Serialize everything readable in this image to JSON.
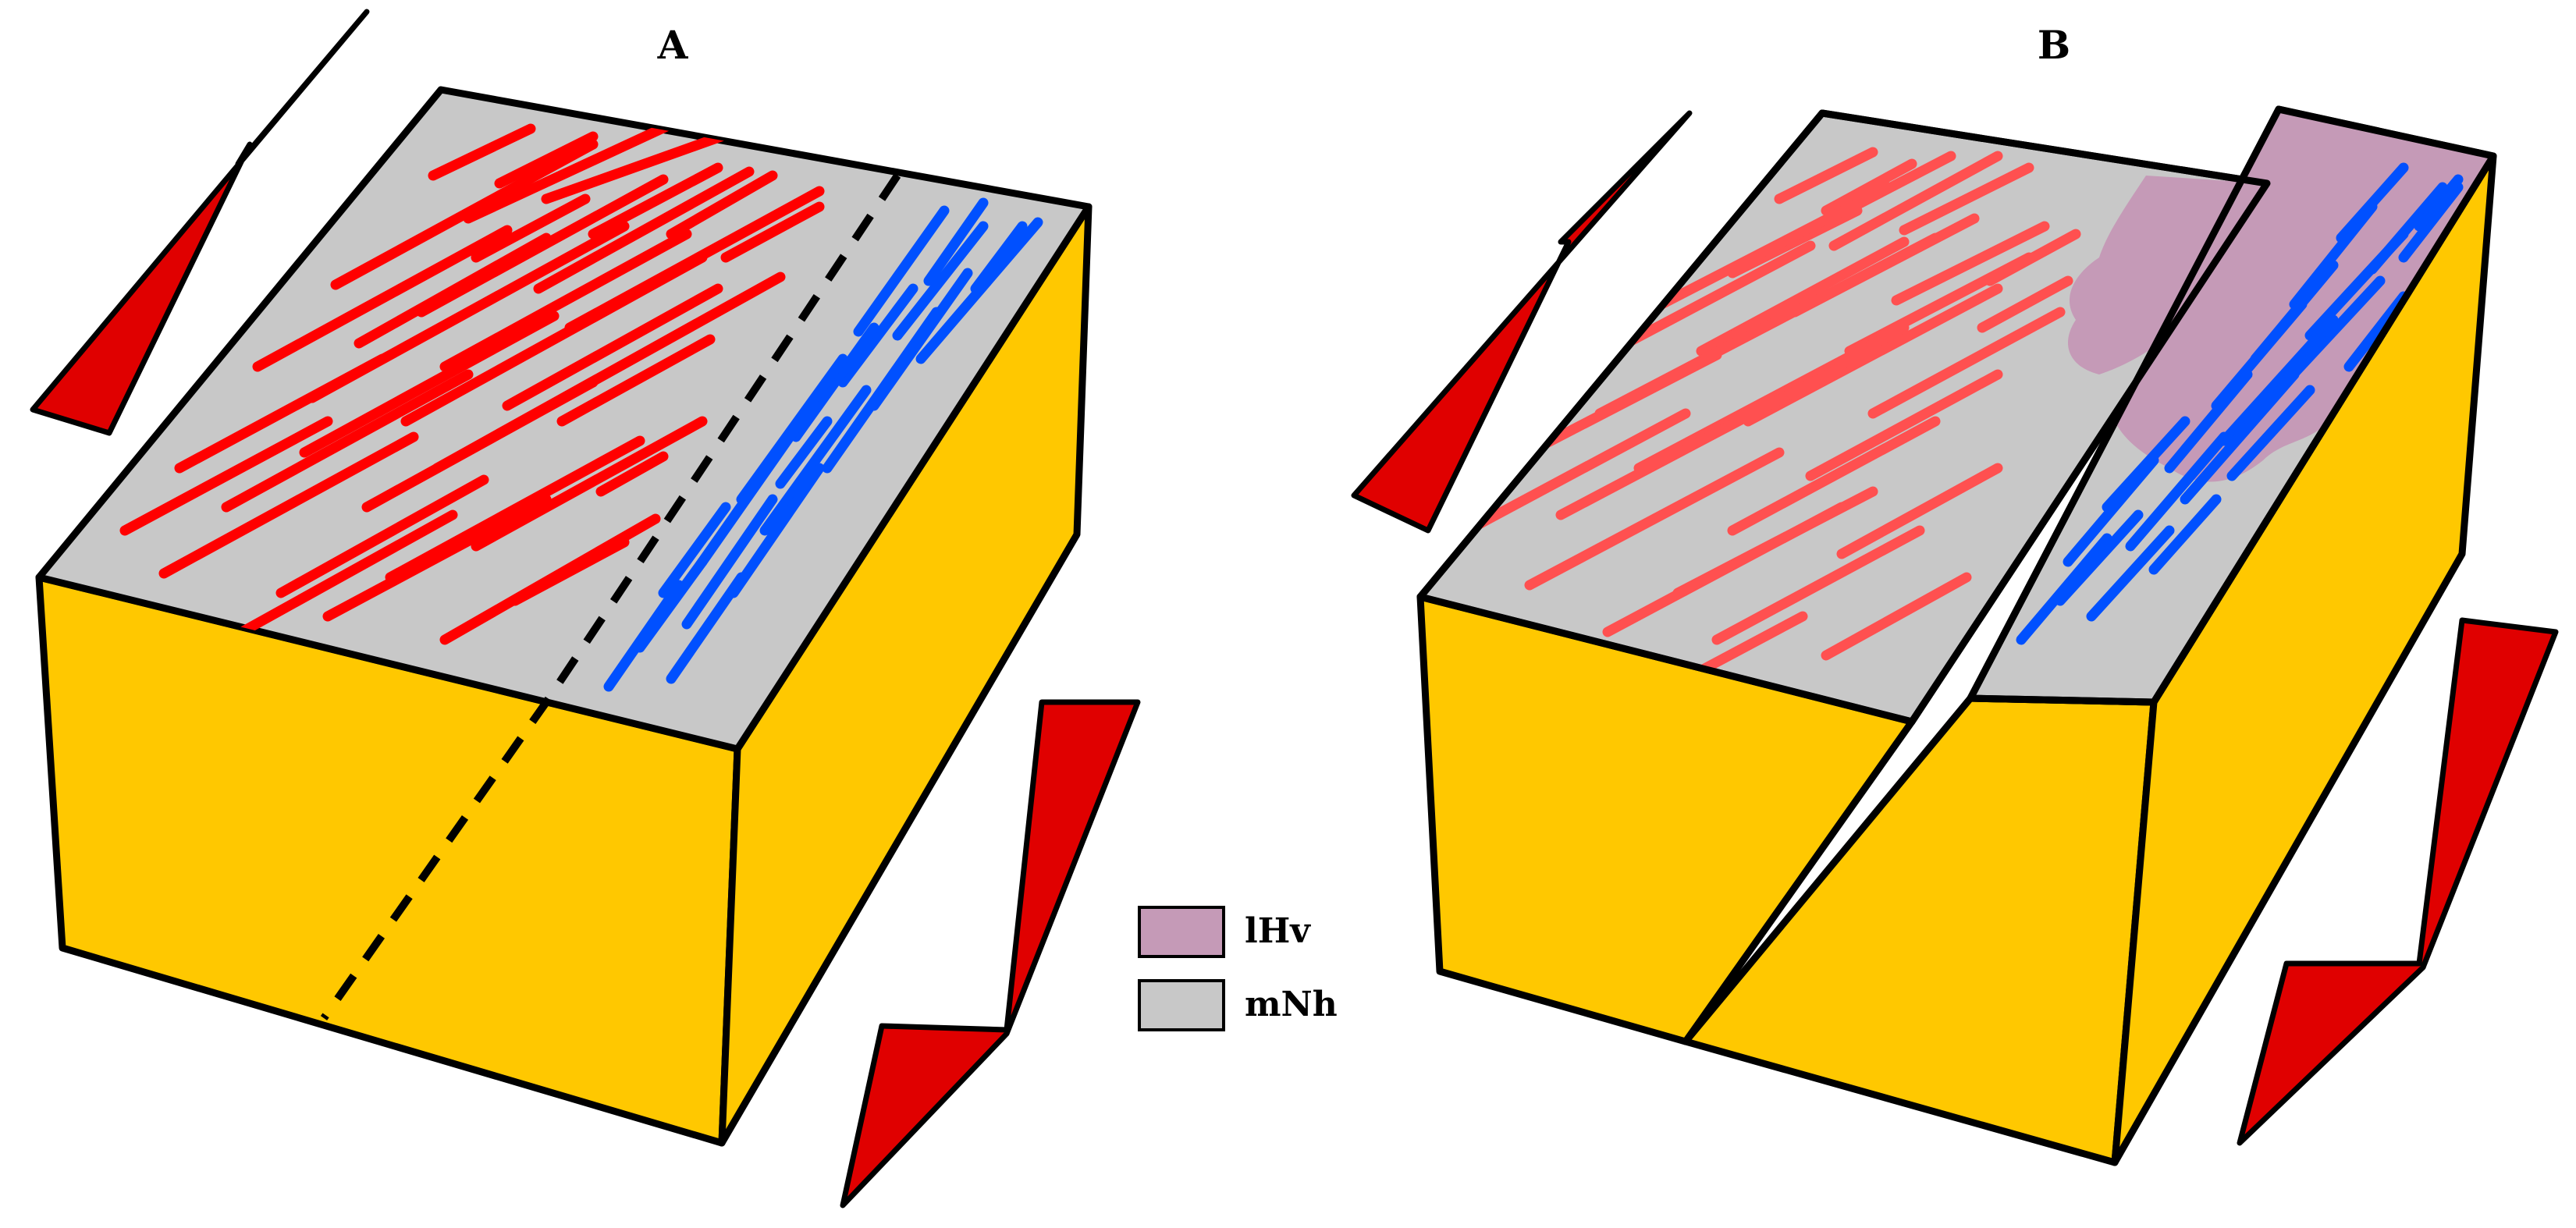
{
  "panels": [
    {
      "label": "A"
    },
    {
      "label": "B"
    }
  ],
  "legend": [
    {
      "label": "lHv",
      "color": "#c59ab7"
    },
    {
      "label": "mNh",
      "color": "#c8c8c8"
    }
  ],
  "colors": {
    "block_side": "#ffc800",
    "block_top": "#c8c8c8",
    "arrow": "#e00000",
    "red_lineation": "#ff0000",
    "red_lineation_faded": "#ff5050",
    "blue_lineation": "#0050ff",
    "outline": "#000000"
  }
}
